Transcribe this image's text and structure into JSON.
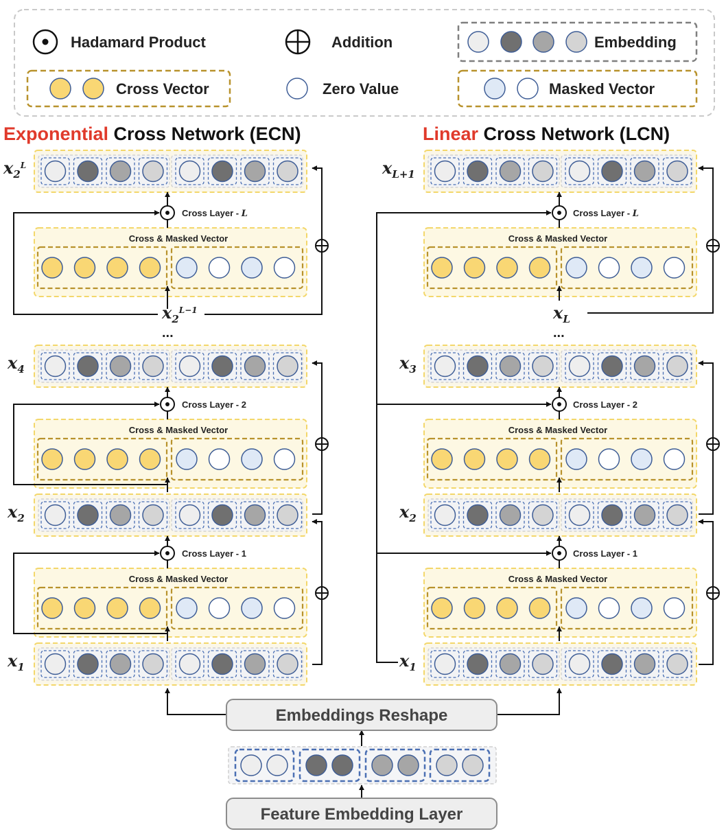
{
  "legend": {
    "hadamard": "Hadamard Product",
    "addition": "Addition",
    "embedding": "Embedding",
    "cross_vector": "Cross Vector",
    "zero_value": "Zero Value",
    "masked_vector": "Masked Vector"
  },
  "ecn": {
    "title_highlight": "Exponential",
    "title_rest": " Cross Network (ECN)",
    "vectors": {
      "top": {
        "base": "x",
        "sub": "2",
        "sup": "L"
      },
      "prev": {
        "base": "x",
        "sub": "2",
        "sup": "L−1"
      },
      "four": {
        "base": "x",
        "sub": "4"
      },
      "two": {
        "base": "x",
        "sub": "2"
      },
      "one": {
        "base": "x",
        "sub": "1"
      }
    },
    "cross_layer_L": {
      "text": "Cross Layer - ",
      "var": "L"
    },
    "cross_layer_2": "Cross Layer - 2",
    "cross_layer_1": "Cross Layer - 1"
  },
  "lcn": {
    "title_highlight": "Linear",
    "title_rest": " Cross Network (LCN)",
    "vectors": {
      "top": {
        "base": "x",
        "sub": "L+1"
      },
      "prev": {
        "base": "x",
        "sub": "L"
      },
      "three": {
        "base": "x",
        "sub": "3"
      },
      "two": {
        "base": "x",
        "sub": "2"
      },
      "one": {
        "base": "x",
        "sub": "1"
      }
    },
    "cross_layer_L": {
      "text": "Cross Layer - ",
      "var": "L"
    },
    "cross_layer_2": "Cross Layer - 2",
    "cross_layer_1": "Cross Layer - 1"
  },
  "cross_masked_title": "Cross & Masked Vector",
  "ellipsis": "...",
  "embeddings_reshape": "Embeddings Reshape",
  "feature_embedding_layer": "Feature Embedding Layer",
  "colors": {
    "title_red": "#e03a2b",
    "yellow_fill": "#f9d774",
    "yellow_dash": "#f3d76a",
    "brown_dash": "#b8922c",
    "blue_dash": "#4a6fb3",
    "circle_stroke": "#3e5d96",
    "light_blue": "#dfe9f6",
    "white": "#ffffff",
    "gray_light": "#eeeeee",
    "gray_dark": "#707070",
    "gray_mid": "#a6a6a6",
    "gray_pale": "#d4d4d4"
  }
}
